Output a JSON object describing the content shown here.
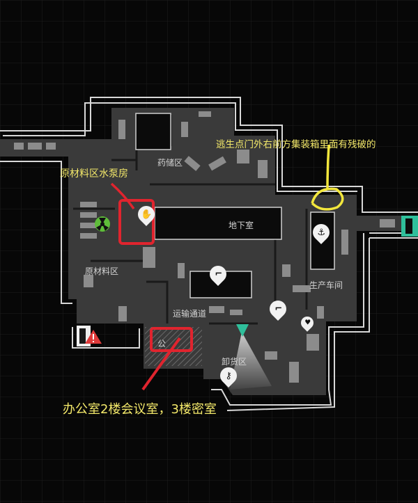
{
  "map": {
    "rooms": {
      "drug_storage": "药储区",
      "basement": "地下室",
      "raw_material": "原材料区",
      "production": "生产车间",
      "transport": "运输通道",
      "unloading": "卸货区",
      "office_partial": "公"
    },
    "annotations": {
      "pump_room": "原材料区水泵房",
      "extract_container": "逃生点门外右前方集装箱里面有残破的",
      "office_floors": "办公室2楼会议室，3楼密室"
    },
    "icons": [
      "radiation-icon",
      "hand-pin-icon",
      "crane-pin-icon",
      "pistol-pin-icon",
      "key-pin-icon",
      "heart-pin-icon",
      "exit-door-icon",
      "warning-icon",
      "player-marker-icon"
    ],
    "colors": {
      "background": "#070707",
      "floor": "#3a3a3a",
      "wall": "#d8d8d8",
      "annotation_text": "#f3e86a",
      "red_marker": "#e0242e",
      "yellow_marker": "#f2e63c",
      "exit_green": "#2fbf9b",
      "radiation_green": "#5fbd3a",
      "warning_red": "#e03b3b"
    }
  }
}
